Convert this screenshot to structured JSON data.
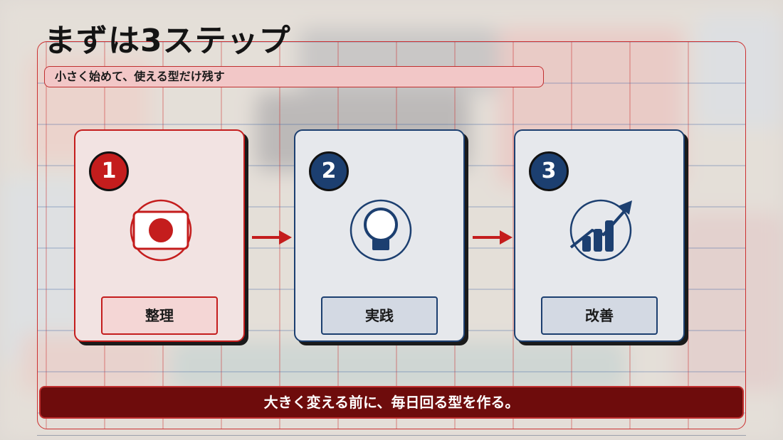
{
  "header": {
    "title": "まずは3ステップ",
    "subtitle": "小さく始めて、使える型だけ残す"
  },
  "steps": [
    {
      "number": "1",
      "label": "整理",
      "icon": "flag-icon",
      "accent": "#c41d1d"
    },
    {
      "number": "2",
      "label": "実践",
      "icon": "lightbulb-icon",
      "accent": "#1c3f70"
    },
    {
      "number": "3",
      "label": "改善",
      "icon": "growth-chart-icon",
      "accent": "#1c3f70"
    }
  ],
  "footer": {
    "message": "大きく変える前に、毎日回る型を作る。"
  },
  "colors": {
    "red": "#c41d1d",
    "navy": "#1c3f70",
    "banner": "#6e0c0c"
  }
}
